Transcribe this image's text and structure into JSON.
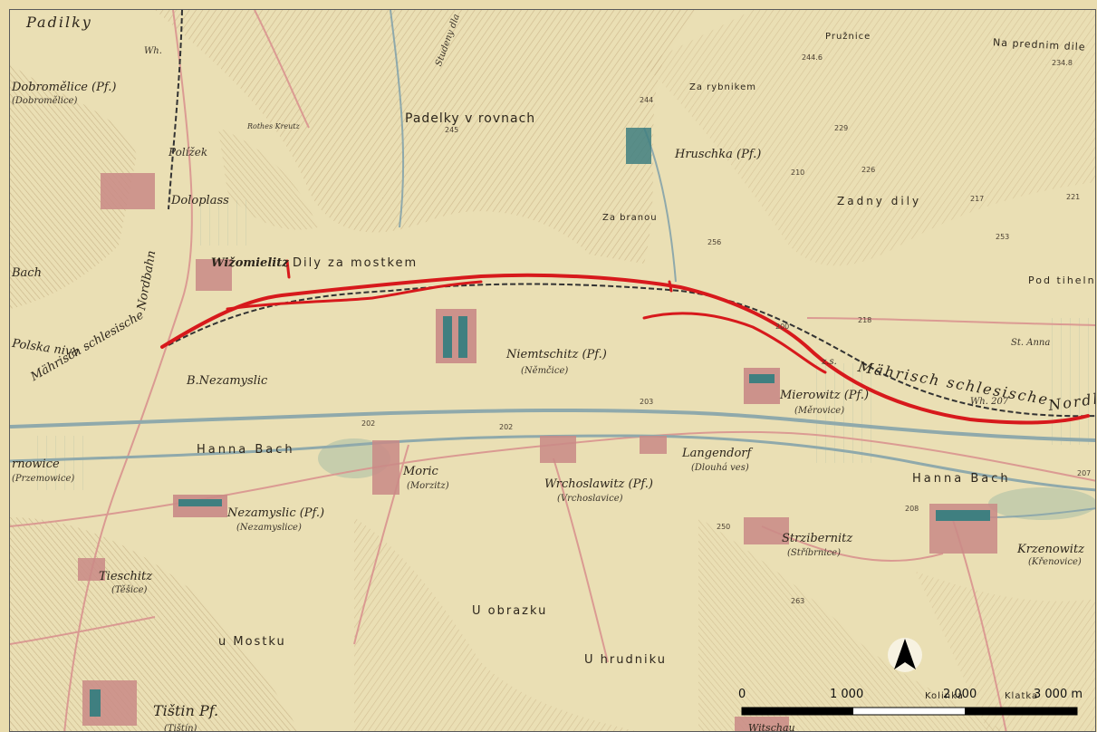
{
  "map": {
    "labels": {
      "padilky": "Padilky",
      "dobromelice": "Dobromělice (Pf.)",
      "dobromelice_sub": "(Dobromělice)",
      "polizek": "Polížek",
      "doloplass": "Doloplass",
      "wizomielitz": "Wižomielitz",
      "nordbahn_v": "Nordbahn",
      "bach": "Bach",
      "polska_niva": "Polska niva",
      "mahrisch_schlesische_left": "Mährisch schlesische",
      "b_nezamyslic": "B.Nezamyslic",
      "padelky_v_rovnach": "Padelky v rovnach",
      "dily_za_mostkem": "Dily za mostkem",
      "rothes_kreutz": "Rothes Kreutz",
      "studeny": "Studeny dla",
      "hruschka": "Hruschka (Pf.)",
      "za_rybnikem": "Za rybnikem",
      "pruznice": "Pružnice",
      "na_prednim_dile": "Na prednim dile",
      "za_branou": "Za branou",
      "zadny_dily": "Zadny dily",
      "pod_tihelnou": "Pod tihelnou",
      "niemtschitz": "Niemtschitz (Pf.)",
      "nemcice": "(Němčice)",
      "mahrisch_schlesische_right": "Mährisch schlesische",
      "nordbahn_right": "Nordba",
      "mierowitz": "Mierowitz (Pf.)",
      "merovice": "(Měrovice)",
      "st_anna": "St. Anna",
      "zs": "z.s.",
      "hanna_bach_left": "Hanna Bach",
      "hanna_bach_right": "Hanna Bach",
      "moric": "Moric",
      "morzitz": "(Morzitz)",
      "langendorf": "Langendorf",
      "dlouha_ves": "(Dlouhá ves)",
      "wrchoslawitz": "Wrchoslawitz (Pf.)",
      "vrchoslavice": "(Vrchoslavice)",
      "nezamyslic": "Nezamyslic (Pf.)",
      "nezamysl_sub": "(Nezamyslice)",
      "przemowice": "rnowice",
      "przemowice_sub": "(Przemowice)",
      "strzibernitz": "Strzibernitz",
      "stribrnice": "(Stříbrnice)",
      "krzenowitz": "Krzenowitz",
      "krenovice": "(Křenovice)",
      "tieschitz": "Tieschitz",
      "tesice": "(Těšice)",
      "u_obrazku": "U obrazku",
      "u_mostku": "u Mostku",
      "u_hrudniku": "U hrudniku",
      "tistin": "Tištin Pf.",
      "tistin_sub": "(Tištín)",
      "kolinka": "Kolinka",
      "klatka": "Klatka",
      "witschau": "Witschau",
      "wh1": "Wh.",
      "wh2": "Wh. 207"
    },
    "spot_heights": [
      "244.6",
      "234.8",
      "244",
      "245",
      "229",
      "256",
      "253",
      "210",
      "226",
      "200",
      "218",
      "202",
      "203",
      "217",
      "221",
      "250",
      "263",
      "207",
      "208",
      "202"
    ],
    "scale_bar": {
      "labels": [
        "0",
        "1 000",
        "2 000",
        "3 000 m"
      ]
    },
    "north_arrow_icon": "north-arrow-icon",
    "colors": {
      "paper": "#e9dcae",
      "railway_highlight": "#d7191c",
      "water": "#9fb6b6",
      "settlement": "#c98a86",
      "building_teal": "#3f7f80"
    }
  }
}
